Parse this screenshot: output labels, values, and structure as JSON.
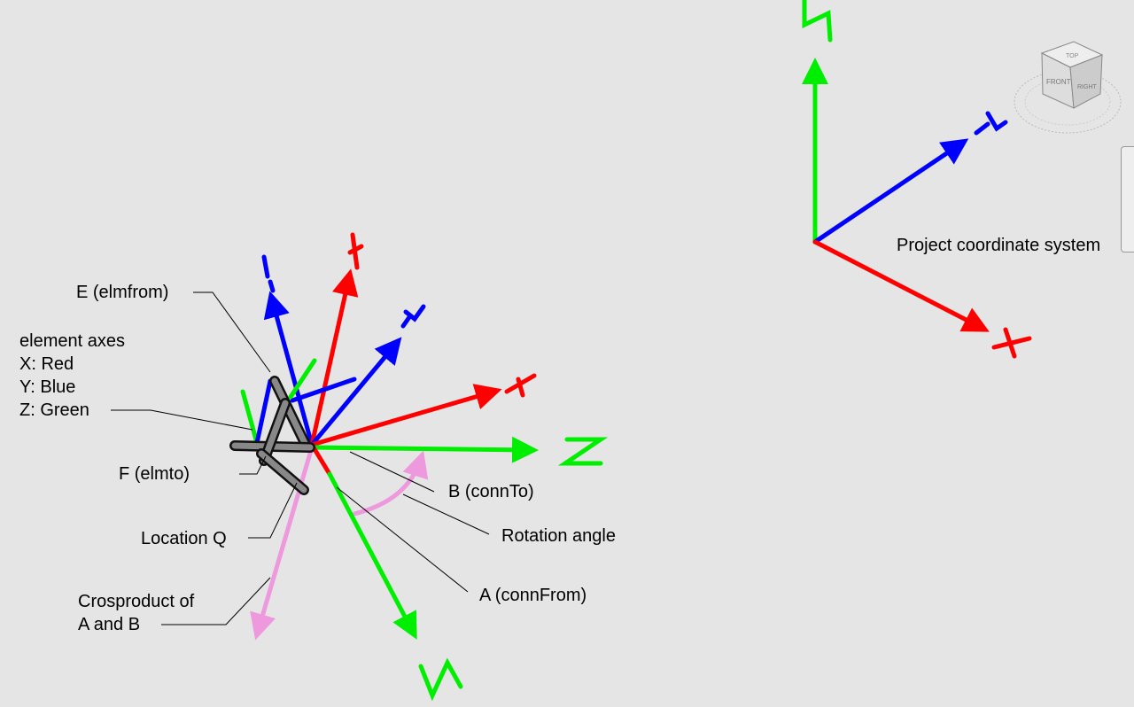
{
  "labels": {
    "elmfrom": "E (elmfrom)",
    "axes_title": "element axes",
    "axes_x": "X: Red",
    "axes_y": "Y: Blue",
    "axes_z": "Z: Green",
    "elmto": "F (elmto)",
    "location": "Location Q",
    "cross_1": "Crosproduct of",
    "cross_2": "A and B",
    "connto": "B (connTo)",
    "rotation": "Rotation angle",
    "connfrom": "A (connFrom)",
    "project": "Project coordinate system"
  },
  "viewcube": {
    "top": "TOP",
    "front": "FRONT",
    "right": "RIGHT"
  },
  "colors": {
    "x": "#ff0000",
    "y": "#0000ff",
    "z": "#00ee00",
    "cross": "#ee99dd",
    "background": "#e5e5e5"
  }
}
